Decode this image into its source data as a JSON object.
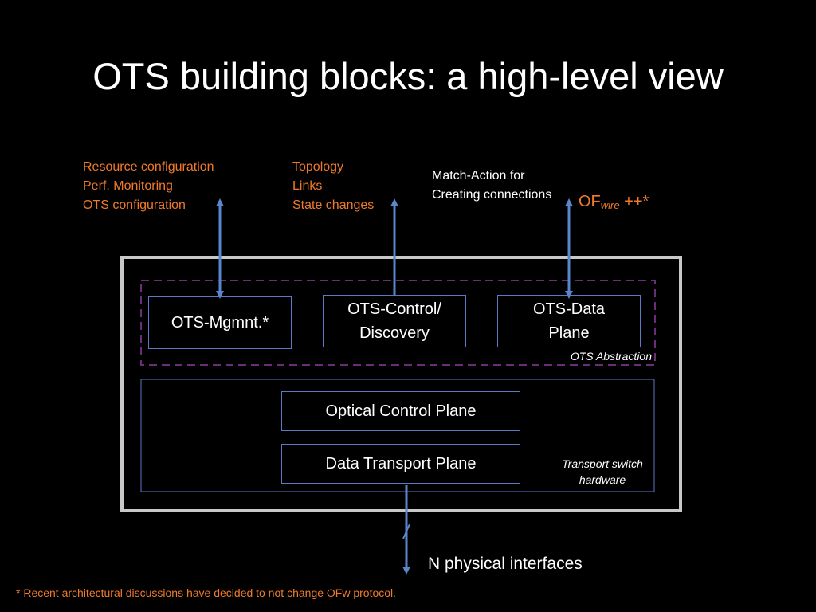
{
  "slide": {
    "title": "OTS building blocks: a high-level view",
    "footnote": "* Recent architectural discussions have decided to not change OFw protocol."
  },
  "labels": {
    "mgmt": [
      "Resource configuration",
      "Perf. Monitoring",
      "OTS configuration"
    ],
    "topology": [
      "Topology",
      "Links",
      "State changes"
    ],
    "match_action": [
      "Match-Action for",
      "Creating connections"
    ],
    "of_prefix": "OF",
    "of_sub": "wire",
    "of_suffix": " ++*",
    "physical": "N physical interfaces"
  },
  "blocks": {
    "mgmt": "OTS-Mgmnt.*",
    "control_line1": "OTS-Control/",
    "control_line2": "Discovery",
    "data_line1": "OTS-Data",
    "data_line2": "Plane",
    "abstraction": "OTS Abstraction",
    "optical_control": "Optical Control Plane",
    "data_transport": "Data Transport Plane",
    "hw_line1": "Transport switch",
    "hw_line2": "hardware"
  },
  "colors": {
    "accent_orange": "#f07a2a",
    "arrow_blue": "#5b86c9",
    "abstraction_purple": "#6b2d7a",
    "outer_border": "#c8c8c8"
  }
}
